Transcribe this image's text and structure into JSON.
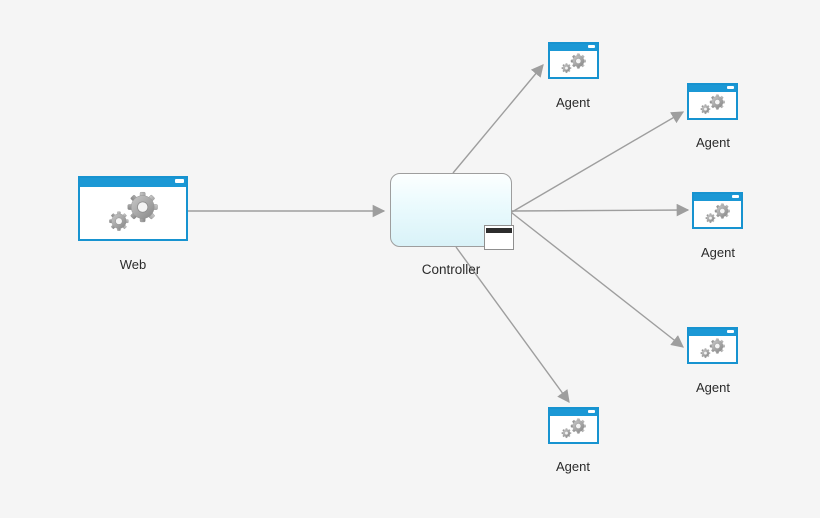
{
  "canvas": {
    "background": "#f5f5f5"
  },
  "colors": {
    "window_blue": "#1b98d5",
    "window_border_blue": "#1793d0",
    "gear_gray": "#a0a0a0",
    "edge_gray": "#9e9e9e",
    "controller_fill_top": "#fcffff",
    "controller_fill_bottom": "#d9f2f8",
    "controller_border": "#9e9e9e",
    "mini_window_bar": "#2d2d2d"
  },
  "nodes": [
    {
      "id": "web",
      "label": "Web",
      "kind": "browser-window-gears"
    },
    {
      "id": "controller",
      "label": "Controller",
      "kind": "rounded-process-box"
    },
    {
      "id": "agent-1",
      "label": "Agent",
      "kind": "browser-window-gears"
    },
    {
      "id": "agent-2",
      "label": "Agent",
      "kind": "browser-window-gears"
    },
    {
      "id": "agent-3",
      "label": "Agent",
      "kind": "browser-window-gears"
    },
    {
      "id": "agent-4",
      "label": "Agent",
      "kind": "browser-window-gears"
    },
    {
      "id": "agent-5",
      "label": "Agent",
      "kind": "browser-window-gears"
    }
  ],
  "edges": [
    {
      "from": "web",
      "to": "controller"
    },
    {
      "from": "controller",
      "to": "agent-1"
    },
    {
      "from": "controller",
      "to": "agent-2"
    },
    {
      "from": "controller",
      "to": "agent-3"
    },
    {
      "from": "controller",
      "to": "agent-4"
    },
    {
      "from": "controller",
      "to": "agent-5"
    }
  ]
}
